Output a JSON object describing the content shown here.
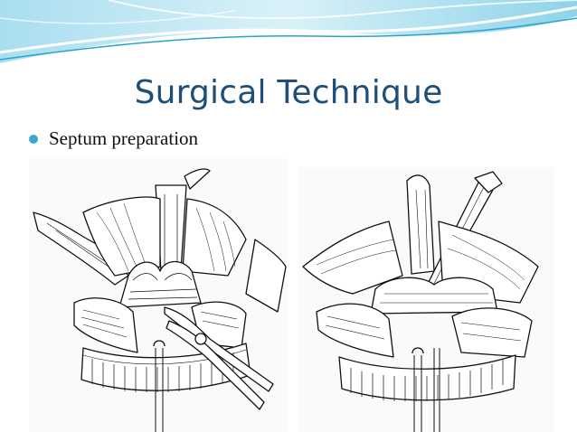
{
  "slide": {
    "title": "Surgical Technique",
    "bullets": [
      {
        "text": "Septum preparation"
      }
    ]
  },
  "colors": {
    "title": "#1f4e79",
    "bullet": "#39a7d0",
    "wave_light": "#bfe6f3",
    "wave_mid": "#7ccde6",
    "wave_dark": "#2aa3c9"
  },
  "illustrations": [
    {
      "name": "septum-illustration-left"
    },
    {
      "name": "septum-illustration-right"
    }
  ]
}
